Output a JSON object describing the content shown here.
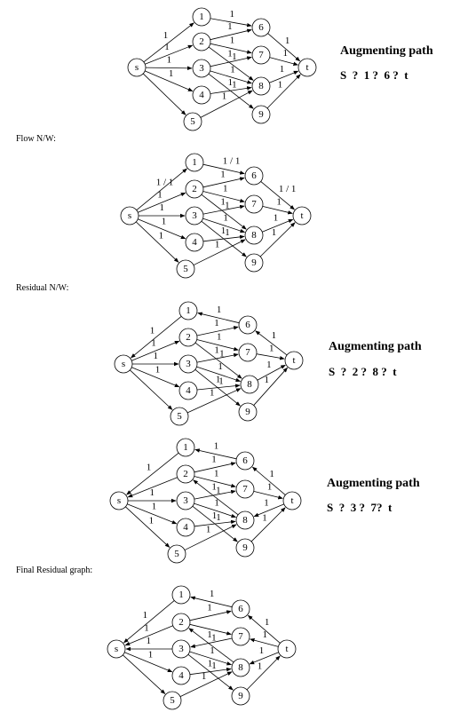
{
  "labels": {
    "flow": "Flow N/W:",
    "residual": "Residual N/W:",
    "final": "Final Residual graph:"
  },
  "augmenting": [
    {
      "title": "Augmenting path",
      "path": "S  ?  1 ?  6 ?  t"
    },
    {
      "title": "Augmenting path",
      "path": "S  ?  2 ?  8 ?  t"
    },
    {
      "title": "Augmenting path",
      "path": "S  ?  3 ?  7?  t"
    }
  ],
  "diagrams": [
    {
      "name": "original-network",
      "nodes": [
        {
          "id": "s",
          "label": "s"
        },
        {
          "id": "1",
          "label": "1"
        },
        {
          "id": "2",
          "label": "2"
        },
        {
          "id": "3",
          "label": "3"
        },
        {
          "id": "4",
          "label": "4"
        },
        {
          "id": "5",
          "label": "5"
        },
        {
          "id": "6",
          "label": "6"
        },
        {
          "id": "7",
          "label": "7"
        },
        {
          "id": "8",
          "label": "8"
        },
        {
          "id": "9",
          "label": "9"
        },
        {
          "id": "t",
          "label": "t"
        }
      ],
      "edges": [
        {
          "from": "s",
          "to": "1",
          "label": "1"
        },
        {
          "from": "s",
          "to": "2",
          "label": "1"
        },
        {
          "from": "s",
          "to": "3",
          "label": "1"
        },
        {
          "from": "s",
          "to": "4",
          "label": "1"
        },
        {
          "from": "s",
          "to": "5",
          "label": ""
        },
        {
          "from": "1",
          "to": "6",
          "label": "1"
        },
        {
          "from": "2",
          "to": "6",
          "label": "1"
        },
        {
          "from": "2",
          "to": "7",
          "label": "1"
        },
        {
          "from": "2",
          "to": "8",
          "label": "1"
        },
        {
          "from": "3",
          "to": "7",
          "label": "1"
        },
        {
          "from": "3",
          "to": "8",
          "label": "1"
        },
        {
          "from": "3",
          "to": "9",
          "label": "1"
        },
        {
          "from": "4",
          "to": "8",
          "label": "1"
        },
        {
          "from": "5",
          "to": "8",
          "label": "1"
        },
        {
          "from": "6",
          "to": "t",
          "label": "1"
        },
        {
          "from": "7",
          "to": "t",
          "label": "1"
        },
        {
          "from": "8",
          "to": "t",
          "label": "1"
        },
        {
          "from": "9",
          "to": "t",
          "label": "1"
        }
      ]
    },
    {
      "name": "flow-network",
      "nodes": [
        {
          "id": "s",
          "label": "s"
        },
        {
          "id": "1",
          "label": "1"
        },
        {
          "id": "2",
          "label": "2"
        },
        {
          "id": "3",
          "label": "3"
        },
        {
          "id": "4",
          "label": "4"
        },
        {
          "id": "5",
          "label": "5"
        },
        {
          "id": "6",
          "label": "6"
        },
        {
          "id": "7",
          "label": "7"
        },
        {
          "id": "8",
          "label": "8"
        },
        {
          "id": "9",
          "label": "9"
        },
        {
          "id": "t",
          "label": "t"
        }
      ],
      "edges": [
        {
          "from": "s",
          "to": "1",
          "label": "1 / 1"
        },
        {
          "from": "s",
          "to": "2",
          "label": "1"
        },
        {
          "from": "s",
          "to": "3",
          "label": "1"
        },
        {
          "from": "s",
          "to": "4",
          "label": "1"
        },
        {
          "from": "s",
          "to": "5",
          "label": "1"
        },
        {
          "from": "1",
          "to": "6",
          "label": "1 / 1"
        },
        {
          "from": "2",
          "to": "6",
          "label": "1"
        },
        {
          "from": "2",
          "to": "7",
          "label": "1"
        },
        {
          "from": "2",
          "to": "8",
          "label": "1"
        },
        {
          "from": "3",
          "to": "7",
          "label": "1"
        },
        {
          "from": "3",
          "to": "8",
          "label": "1"
        },
        {
          "from": "3",
          "to": "9",
          "label": "1"
        },
        {
          "from": "4",
          "to": "8",
          "label": "1"
        },
        {
          "from": "5",
          "to": "8",
          "label": "1"
        },
        {
          "from": "6",
          "to": "t",
          "label": "1 / 1"
        },
        {
          "from": "7",
          "to": "t",
          "label": "1"
        },
        {
          "from": "8",
          "to": "t",
          "label": "1"
        },
        {
          "from": "9",
          "to": "t",
          "label": "1"
        }
      ]
    },
    {
      "name": "residual-network-1",
      "nodes": [
        {
          "id": "s",
          "label": "s"
        },
        {
          "id": "1",
          "label": "1"
        },
        {
          "id": "2",
          "label": "2"
        },
        {
          "id": "3",
          "label": "3"
        },
        {
          "id": "4",
          "label": "4"
        },
        {
          "id": "5",
          "label": "5"
        },
        {
          "id": "6",
          "label": "6"
        },
        {
          "id": "7",
          "label": "7"
        },
        {
          "id": "8",
          "label": "8"
        },
        {
          "id": "9",
          "label": "9"
        },
        {
          "id": "t",
          "label": "t"
        }
      ],
      "edges": [
        {
          "from": "1",
          "to": "s",
          "label": "1"
        },
        {
          "from": "s",
          "to": "2",
          "label": "1"
        },
        {
          "from": "s",
          "to": "3",
          "label": "1"
        },
        {
          "from": "s",
          "to": "4",
          "label": "1"
        },
        {
          "from": "s",
          "to": "5",
          "label": ""
        },
        {
          "from": "6",
          "to": "1",
          "label": "1"
        },
        {
          "from": "2",
          "to": "6",
          "label": "1"
        },
        {
          "from": "2",
          "to": "7",
          "label": "1"
        },
        {
          "from": "2",
          "to": "8",
          "label": "1"
        },
        {
          "from": "3",
          "to": "7",
          "label": "1"
        },
        {
          "from": "3",
          "to": "8",
          "label": "1"
        },
        {
          "from": "3",
          "to": "9",
          "label": "1"
        },
        {
          "from": "4",
          "to": "8",
          "label": "1"
        },
        {
          "from": "5",
          "to": "8",
          "label": "1"
        },
        {
          "from": "t",
          "to": "6",
          "label": "1"
        },
        {
          "from": "7",
          "to": "t",
          "label": "1"
        },
        {
          "from": "8",
          "to": "t",
          "label": "1"
        },
        {
          "from": "9",
          "to": "t",
          "label": "1"
        }
      ]
    },
    {
      "name": "residual-network-2",
      "nodes": [
        {
          "id": "s",
          "label": "s"
        },
        {
          "id": "1",
          "label": "1"
        },
        {
          "id": "2",
          "label": "2"
        },
        {
          "id": "3",
          "label": "3"
        },
        {
          "id": "4",
          "label": "4"
        },
        {
          "id": "5",
          "label": "5"
        },
        {
          "id": "6",
          "label": "6"
        },
        {
          "id": "7",
          "label": "7"
        },
        {
          "id": "8",
          "label": "8"
        },
        {
          "id": "9",
          "label": "9"
        },
        {
          "id": "t",
          "label": "t"
        }
      ],
      "edges": [
        {
          "from": "1",
          "to": "s",
          "label": "1"
        },
        {
          "from": "2",
          "to": "s",
          "label": ""
        },
        {
          "from": "s",
          "to": "3",
          "label": "1"
        },
        {
          "from": "s",
          "to": "4",
          "label": "1"
        },
        {
          "from": "s",
          "to": "5",
          "label": "1"
        },
        {
          "from": "6",
          "to": "1",
          "label": "1"
        },
        {
          "from": "2",
          "to": "6",
          "label": "1"
        },
        {
          "from": "2",
          "to": "7",
          "label": "1"
        },
        {
          "from": "8",
          "to": "2",
          "label": "1"
        },
        {
          "from": "3",
          "to": "7",
          "label": "1"
        },
        {
          "from": "3",
          "to": "8",
          "label": "1"
        },
        {
          "from": "3",
          "to": "9",
          "label": "1"
        },
        {
          "from": "4",
          "to": "8",
          "label": "1"
        },
        {
          "from": "5",
          "to": "8",
          "label": "1"
        },
        {
          "from": "t",
          "to": "6",
          "label": "1"
        },
        {
          "from": "7",
          "to": "t",
          "label": "1"
        },
        {
          "from": "t",
          "to": "8",
          "label": "1"
        },
        {
          "from": "9",
          "to": "t",
          "label": "1"
        }
      ]
    },
    {
      "name": "final-residual-graph",
      "nodes": [
        {
          "id": "s",
          "label": "s"
        },
        {
          "id": "1",
          "label": "1"
        },
        {
          "id": "2",
          "label": "2"
        },
        {
          "id": "3",
          "label": "3"
        },
        {
          "id": "4",
          "label": "4"
        },
        {
          "id": "5",
          "label": "5"
        },
        {
          "id": "6",
          "label": "6"
        },
        {
          "id": "7",
          "label": "7"
        },
        {
          "id": "8",
          "label": "8"
        },
        {
          "id": "9",
          "label": "9"
        },
        {
          "id": "t",
          "label": "t"
        }
      ],
      "edges": [
        {
          "from": "1",
          "to": "s",
          "label": "1"
        },
        {
          "from": "2",
          "to": "s",
          "label": "1"
        },
        {
          "from": "3",
          "to": "s",
          "label": "1"
        },
        {
          "from": "s",
          "to": "4",
          "label": "1"
        },
        {
          "from": "s",
          "to": "5",
          "label": ""
        },
        {
          "from": "6",
          "to": "1",
          "label": "1"
        },
        {
          "from": "2",
          "to": "6",
          "label": "1"
        },
        {
          "from": "7",
          "to": "3",
          "label": "1"
        },
        {
          "from": "8",
          "to": "2",
          "label": "1"
        },
        {
          "from": "3",
          "to": "8",
          "label": "1"
        },
        {
          "from": "3",
          "to": "9",
          "label": "1"
        },
        {
          "from": "4",
          "to": "8",
          "label": "1"
        },
        {
          "from": "5",
          "to": "8",
          "label": "1"
        },
        {
          "from": "2",
          "to": "7",
          "label": ""
        },
        {
          "from": "t",
          "to": "6",
          "label": "1"
        },
        {
          "from": "t",
          "to": "7",
          "label": "1"
        },
        {
          "from": "t",
          "to": "8",
          "label": "1"
        },
        {
          "from": "9",
          "to": "t",
          "label": "1"
        }
      ]
    }
  ]
}
